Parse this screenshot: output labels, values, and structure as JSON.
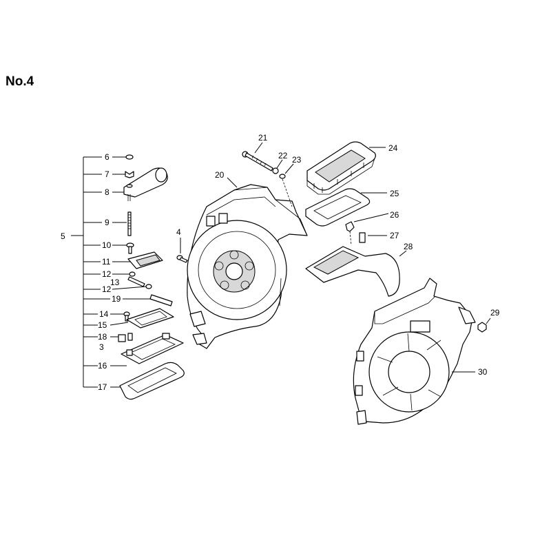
{
  "title": "No.4",
  "callouts": {
    "c3": "3",
    "c4": "4",
    "c5": "5",
    "c6": "6",
    "c7": "7",
    "c8": "8",
    "c9": "9",
    "c10": "10",
    "c11": "11",
    "c12a": "12",
    "c12b": "12",
    "c13": "13",
    "c14": "14",
    "c15": "15",
    "c16": "16",
    "c17": "17",
    "c18": "18",
    "c19": "19",
    "c20": "20",
    "c21": "21",
    "c22": "22",
    "c23": "23",
    "c24": "24",
    "c25": "25",
    "c26": "26",
    "c27": "27",
    "c28": "28",
    "c29": "29",
    "c30": "30"
  }
}
